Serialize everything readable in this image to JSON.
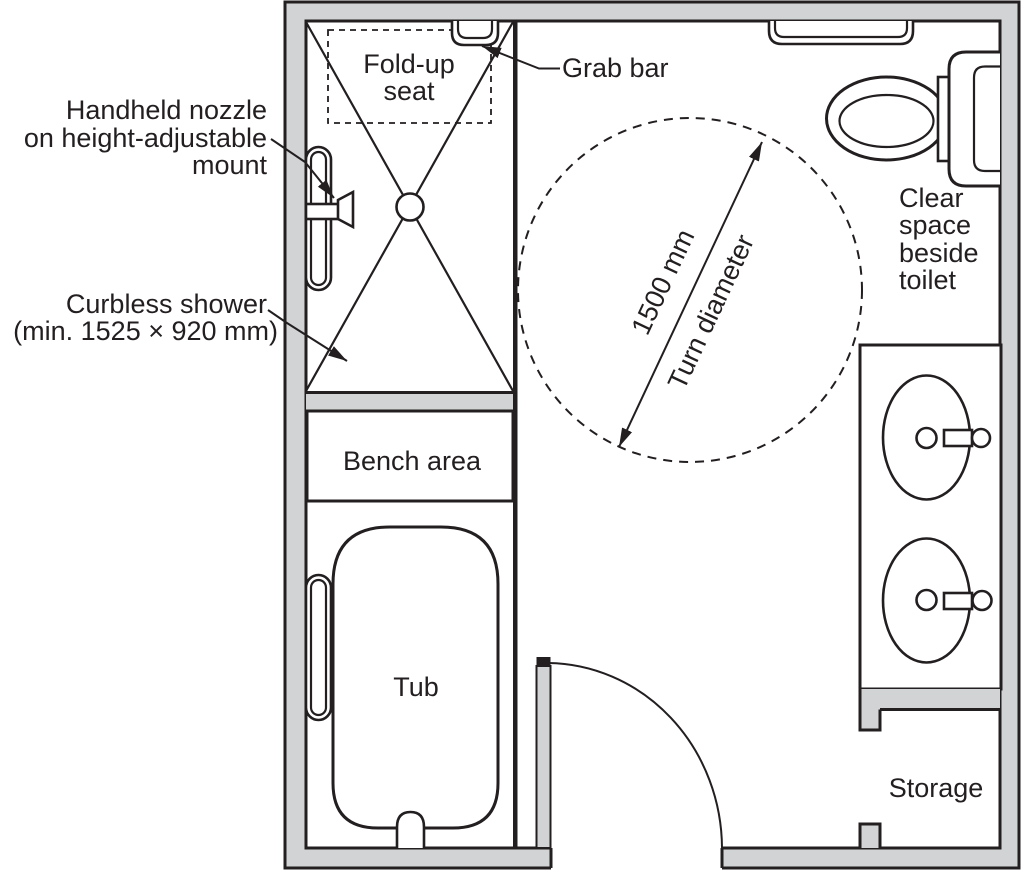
{
  "colors": {
    "wall_fill": "#d2d3d5",
    "line": "#231f20",
    "background": "#ffffff"
  },
  "labels": {
    "handheld_nozzle": [
      "Handheld nozzle",
      "on height-adjustable",
      "mount"
    ],
    "curbless_shower": [
      "Curbless shower",
      "(min. 1525 × 920 mm)"
    ],
    "fold_up_seat": [
      "Fold-up",
      "seat"
    ],
    "grab_bar": "Grab bar",
    "bench_area": "Bench area",
    "tub": "Tub",
    "turn_dimension": "1500 mm",
    "turn_caption": "Turn diameter",
    "clear_space": [
      "Clear",
      "space",
      "beside",
      "toilet"
    ],
    "storage": "Storage"
  }
}
